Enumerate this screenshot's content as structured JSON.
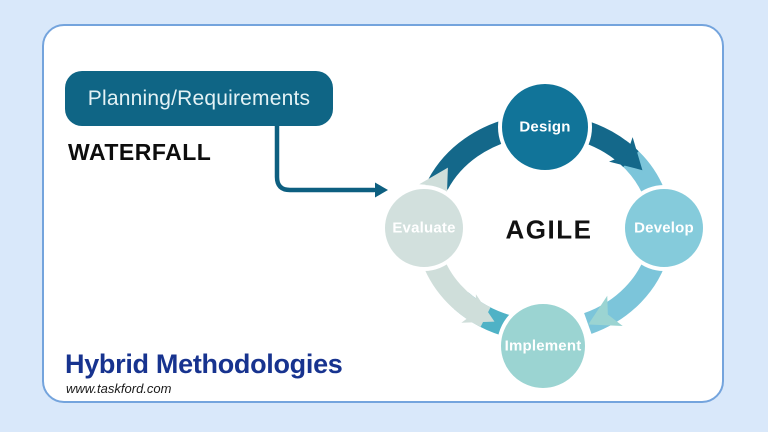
{
  "page": {
    "background_color": "#d9e8fa"
  },
  "card": {
    "background_color": "#ffffff",
    "border_color": "#74a4dd"
  },
  "waterfall": {
    "stage_label": "Planning/Requirements",
    "title": "WATERFALL",
    "pill_color": "#0f6585",
    "pill_text_color": "#e3f2f5",
    "arrow_color": "#0d5f80"
  },
  "agile": {
    "title": "AGILE",
    "phases": [
      {
        "label": "Design",
        "color": "#117499",
        "text_color": "#ffffff"
      },
      {
        "label": "Develop",
        "color": "#85cbdb",
        "text_color": "#ffffff"
      },
      {
        "label": "Implement",
        "color": "#9bd4d2",
        "text_color": "#ffffff"
      },
      {
        "label": "Evaluate",
        "color": "#d2e0dd",
        "text_color": "#ffffff"
      }
    ],
    "ring_colors": {
      "dark": "#14688a",
      "light": "#7cc5da",
      "pale": "#cfdeda",
      "teal": "#4fb2c6",
      "light_chevron": "#9bd4d2"
    }
  },
  "footer": {
    "title": "Hybrid Methodologies",
    "title_color": "#17338f",
    "website": "www.taskford.com"
  }
}
